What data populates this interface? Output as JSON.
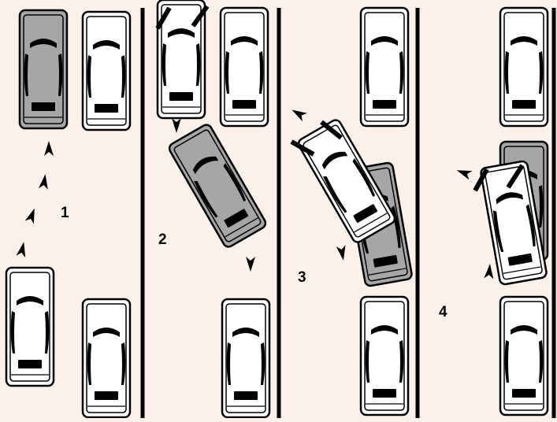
{
  "steps": [
    {
      "number": "1"
    },
    {
      "number": "2"
    },
    {
      "number": "3"
    },
    {
      "number": "4"
    }
  ],
  "colors": {
    "background": "#fbf1ea",
    "car_white": "#ffffff",
    "car_gray": "#a6a6a6",
    "ink": "#000000"
  },
  "icons": {
    "car": "car-top-view-icon",
    "direction": "arrowhead-icon",
    "wheel": "turned-wheel-mark"
  }
}
